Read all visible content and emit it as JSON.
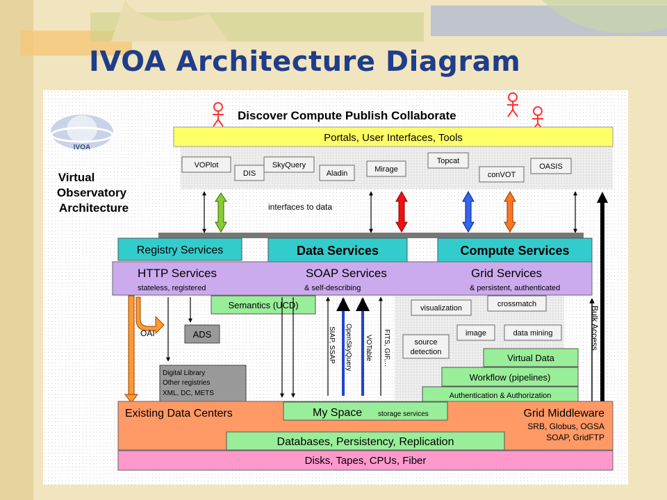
{
  "title": "IVOA Architecture Diagram",
  "logo": {
    "text": "IVOA"
  },
  "side_label": [
    "Virtual",
    "Observatory",
    "Architecture"
  ],
  "top_banner": "Discover Compute Publish Collaborate",
  "portals": "Portals, User Interfaces, Tools",
  "tools": [
    "VOPlot",
    "DIS",
    "SkyQuery",
    "Aladin",
    "Mirage",
    "Topcat",
    "conVOT",
    "OASIS"
  ],
  "interfaces_label": "interfaces to data",
  "services": {
    "registry": "Registry Services",
    "data": "Data Services",
    "compute": "Compute Services"
  },
  "protocols": {
    "http": "HTTP Services",
    "http_sub": "stateless, registered",
    "soap": "SOAP Services",
    "soap_sub": "& self-describing",
    "grid": "Grid Services",
    "grid_sub": "& persistent, authenticated"
  },
  "semantics": "Semantics (UCD)",
  "oai": "OAI",
  "ads": "ADS",
  "digital_library": [
    "Digital Library",
    "Other registries",
    "XML, DC, METS"
  ],
  "vertical_labels": {
    "siap": "SIAP, SSAP",
    "openskyquery": "OpenSkyQuery",
    "votable": "VOTable",
    "fits": "FITS, GIF,...",
    "bulk": "Bulk Access"
  },
  "compute_tools": {
    "visualization": "visualization",
    "crossmatch": "crossmatch",
    "image": "image",
    "data_mining": "data mining",
    "source_detection": [
      "source",
      "detection"
    ]
  },
  "stack": {
    "virtual_data": "Virtual Data",
    "workflow": "Workflow (pipelines)",
    "auth": "Authentication & Authorization"
  },
  "existing": "Existing Data Centers",
  "myspace": "My Space",
  "myspace_sub": "storage services",
  "grid_mw": {
    "title": "Grid Middleware",
    "lines": [
      "SRB, Globus, OGSA",
      "SOAP, GridFTP"
    ]
  },
  "databases": "Databases, Persistency, Replication",
  "disks": "Disks, Tapes, CPUs, Fiber",
  "colors": {
    "title": "#1f3d8a",
    "teal": "#33cccc",
    "lavender": "#ccaaee",
    "green": "#99ee99",
    "orange": "#ff9966",
    "pink": "#ff99cc",
    "yellow": "#ffff66"
  }
}
